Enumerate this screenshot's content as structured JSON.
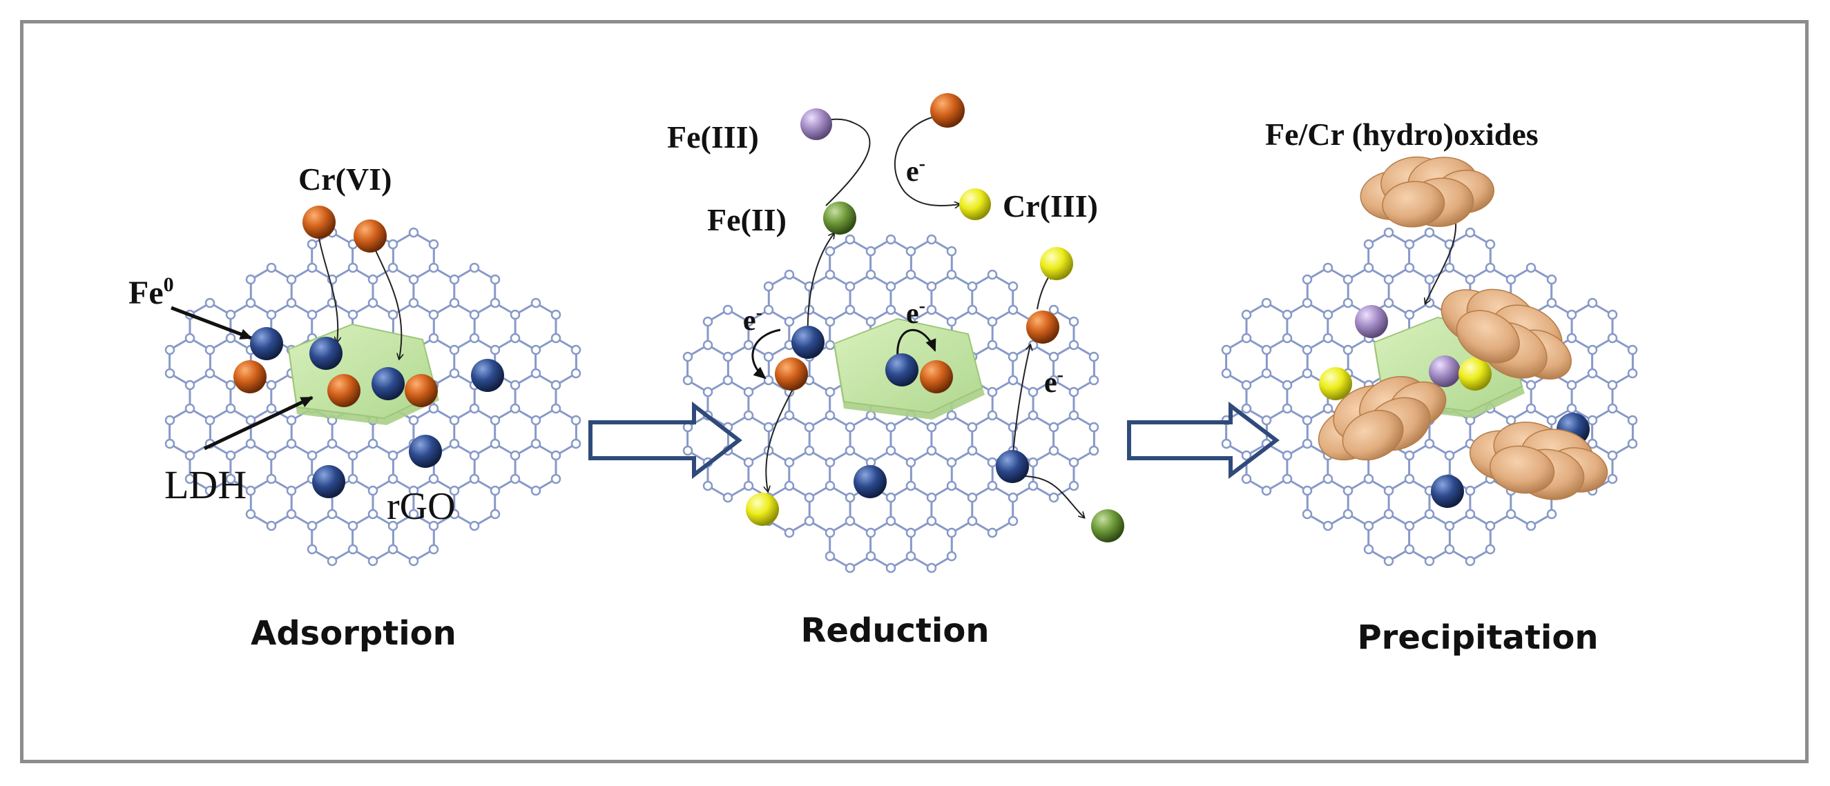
{
  "panels": [
    {
      "caption": "Adsorption",
      "labels": {
        "fe0": "Fe",
        "fe0_sup": "0",
        "cr6": "Cr(VI)",
        "ldh": "LDH",
        "rgo": "rGO"
      }
    },
    {
      "caption": "Reduction",
      "labels": {
        "fe3": "Fe(III)",
        "fe2": "Fe(II)",
        "cr3": "Cr(III)",
        "e": "e",
        "e_sup": "-"
      }
    },
    {
      "caption": "Precipitation",
      "labels": {
        "hydroxides": "Fe/Cr (hydro)oxides"
      }
    }
  ],
  "colors": {
    "frame": "#8c8c8c",
    "lattice": "#8799c8",
    "ldh": "#c6e6a4",
    "fe0": "#2c4a8e",
    "cr6": "#d0601a",
    "cr3": "#e8e818",
    "fe2": "#6f9a3a",
    "fe3": "#a48cc4",
    "precipitate": "#e1ad7f",
    "arrow": "#2f4a7a"
  }
}
